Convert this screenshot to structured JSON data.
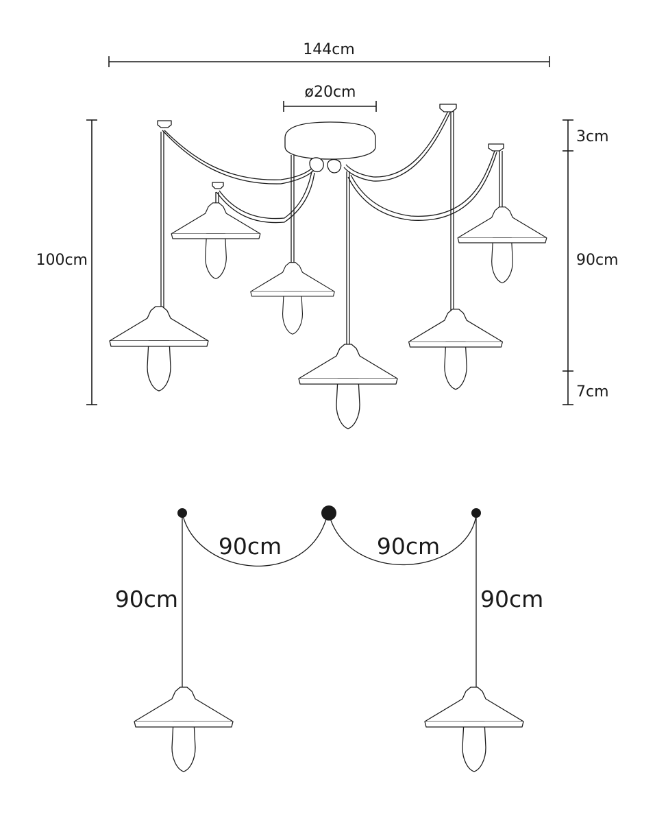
{
  "dimensions": {
    "total_width": "144cm",
    "canopy_diameter": "ø20cm",
    "total_height": "100cm",
    "canopy_height": "3cm",
    "cable_length": "90cm",
    "lamp_height": "7cm"
  },
  "detail": {
    "arc_left": "90cm",
    "arc_right": "90cm",
    "drop_left": "90cm",
    "drop_right": "90cm"
  },
  "colors": {
    "line": "#1a1a1a",
    "background": "#ffffff"
  }
}
